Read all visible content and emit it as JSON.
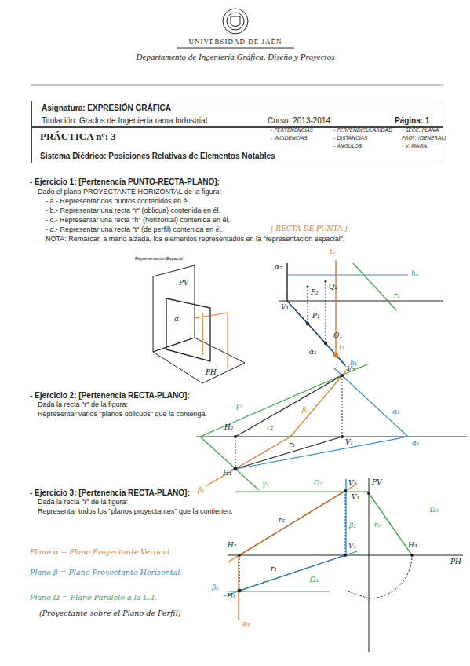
{
  "diagram": {
    "title": "UNIVERSIDAD DE JAÉN",
    "nodes": [
      {
        "text": [
          "Asignatura: EXPRESIÓN GRÁFICA",
          "Titulación: Grados de Ingeniería rama Industrial",
          "Curso: 2013-2014",
          "Página: 1"
        ]
      },
      {
        "text": [
          "PRÁCTICA nº: 3",
          "Sistema Diédrico: Posiciones Relativas de Elementos Notables"
        ]
      }
    ],
    "labels": [
      "Departamento de Ingeniería Gráfica, Diseño y Proyectos",
      "- PERTENENCIAS",
      "- INCIDENCIAS",
      "- PERPENDICULARIDAD",
      "- DISTANCIAS",
      "- ÁNGULOS",
      "- SECC. PLANA",
      "PROY. (GENERAL)",
      "- V. MAGN.",
      "- Ejercicio 1: [Pertenencia PUNTO-RECTA-PLANO]:",
      "Dado el plano PROYECTANTE HORIZONTAL de la figura:",
      "- a.- Representar dos puntos contenidos en él.",
      "- b.- Representar una recta \"r\" (oblicua) contenida en él.",
      "- c.- Representar una recta \"h\" (horizontal) contenida en él.",
      "- d.- Representar una recta \"t\" (de perfil) contenida en él.",
      "( RECTA DE PUNTA )",
      "NOTA: Remarcar, a mano alzada, los elementos representados en la \"represéntación espacial\".",
      "Representación Espacial",
      "PV",
      "α",
      "PH",
      "α₂",
      "h₂",
      "t₂",
      "P₂",
      "Q₂",
      "r₂",
      "V₁",
      "P₁",
      "Q₁",
      "t₁",
      "α₁",
      "h₁",
      "- Ejercicio 2: [Pertenencia RECTA-PLANO]:",
      "Dada la recta \"r\" de la figura:",
      "Representar varios \"planos oblicuos\" que la contenga.",
      "γ₂",
      "β₂",
      "r₂",
      "α₂",
      "V₂",
      "H₂",
      "V₁",
      "r₁",
      "α₁",
      "H₁",
      "β₁",
      "γ₁",
      "- Ejercicio 3: [Pertenencia RECTA-PLANO]:",
      "Dada la recta \"r\" de la figura:",
      "Representar todos los \"planos proyectantes\" que la contienen.",
      "Plano α = Plano Proyectante Vertical",
      "Plano β = Plano Proyectante Horizontal",
      "Plano Ω = Plano Paralelo a la L.T.",
      "(Proyectante sobre el Plano de Perfil)",
      "Ω₂",
      "V₂",
      "PV",
      "V₃",
      "β₂",
      "Ω₃",
      "r₃",
      "r₂",
      "H₂",
      "V₁",
      "H₃",
      "PH",
      "β₁",
      "r₁",
      "Ω₁",
      "H₁",
      "α₁"
    ]
  }
}
